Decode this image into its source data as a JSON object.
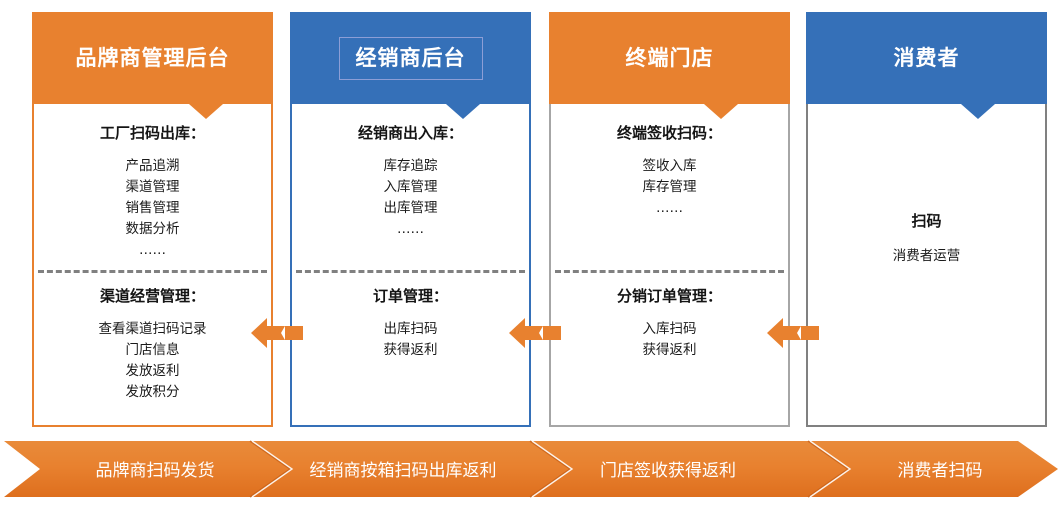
{
  "diagram": {
    "colors": {
      "orange": "#E8812F",
      "blue": "#3570B8",
      "gray_border": "#a6a6a6",
      "divider": "#808080",
      "title_box_outline": "#8c9ed6"
    },
    "columns": [
      {
        "id": "brand-owner",
        "header_title": "品牌商管理后台",
        "header_color": "orange",
        "sections": [
          {
            "title": "工厂扫码出库：",
            "items": [
              "产品追溯",
              "渠道管理",
              "销售管理",
              "数据分析",
              "……"
            ]
          },
          {
            "title": "渠道经营管理：",
            "items": [
              "查看渠道扫码记录",
              "门店信息",
              "发放返利",
              "发放积分"
            ]
          }
        ]
      },
      {
        "id": "distributor",
        "header_title": "经销商后台",
        "header_color": "blue",
        "sections": [
          {
            "title": "经销商出入库：",
            "items": [
              "库存追踪",
              "入库管理",
              "出库管理",
              "……"
            ]
          },
          {
            "title": "订单管理：",
            "items": [
              "出库扫码",
              "获得返利"
            ]
          }
        ]
      },
      {
        "id": "terminal-store",
        "header_title": "终端门店",
        "header_color": "orange",
        "sections": [
          {
            "title": "终端签收扫码：",
            "items": [
              "签收入库",
              "库存管理",
              "……"
            ]
          },
          {
            "title": "分销订单管理：",
            "items": [
              "入库扫码",
              "获得返利"
            ]
          }
        ]
      },
      {
        "id": "consumer",
        "header_title": "消费者",
        "header_color": "blue",
        "sections": [
          {
            "title": "扫码",
            "items": [
              "消费者运营"
            ]
          }
        ]
      }
    ],
    "flow_arrows": [
      {
        "id": "arrow-distributor-to-brand",
        "direction": "left"
      },
      {
        "id": "arrow-store-to-distributor",
        "direction": "left"
      },
      {
        "id": "arrow-consumer-to-store",
        "direction": "left"
      }
    ],
    "banner": {
      "steps": [
        "品牌商扫码发货",
        "经销商按箱扫码出库返利",
        "门店签收获得返利",
        "消费者扫码"
      ]
    }
  }
}
